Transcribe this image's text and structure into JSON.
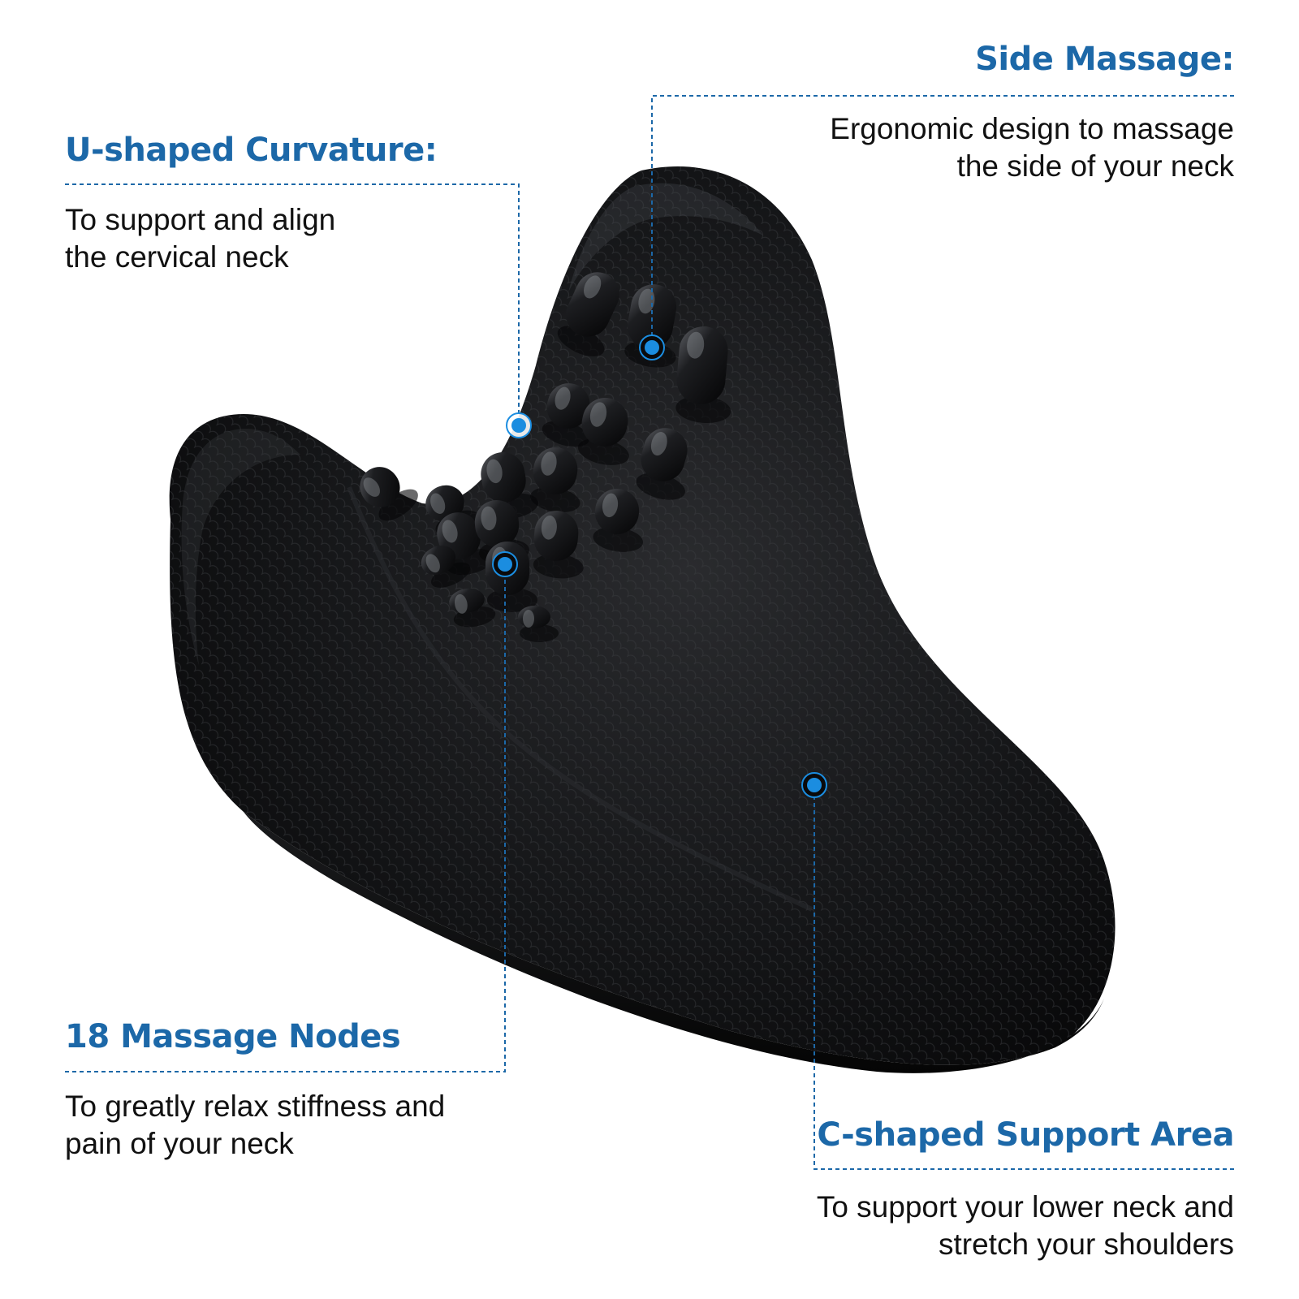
{
  "colors": {
    "heading": "#1c68a8",
    "leader_line": "#1c68a8",
    "marker": "#1b8de0",
    "product": "#111214"
  },
  "callouts": {
    "u_curvature": {
      "title": "U-shaped Curvature:",
      "lines": [
        "To support and align",
        "the cervical neck"
      ]
    },
    "side_massage": {
      "title": "Side Massage:",
      "lines": [
        "Ergonomic design to massage",
        "the side of your neck"
      ]
    },
    "massage_nodes": {
      "title": "18 Massage Nodes",
      "lines": [
        "To greatly relax stiffness and",
        "pain of your neck"
      ]
    },
    "c_support": {
      "title": "C-shaped Support Area",
      "lines": [
        "To support your lower neck and",
        "stretch your shoulders"
      ]
    }
  }
}
